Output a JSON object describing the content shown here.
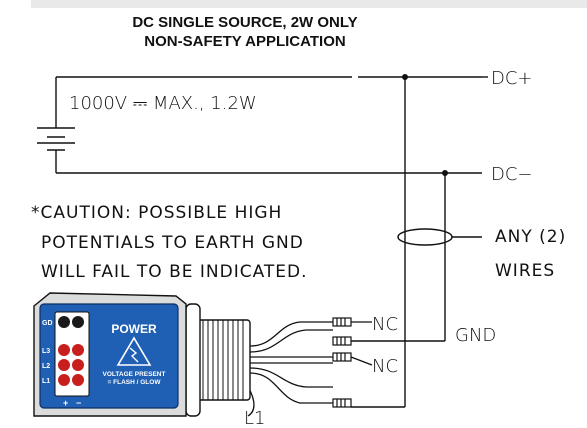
{
  "header": {
    "line1": "DC SINGLE SOURCE, 2W ONLY",
    "line2": "NON-SAFETY APPLICATION"
  },
  "source": {
    "rating": "1000V ⎓ MAX., 1.2W"
  },
  "terminals": {
    "dc_plus": "DC+",
    "dc_minus": "DC−",
    "gnd": "GND",
    "nc_top": "NC",
    "nc_mid": "NC",
    "l1": "L1"
  },
  "caution": {
    "line1": "*CAUTION: POSSIBLE HIGH",
    "line2": "POTENTIALS TO EARTH GND",
    "line3": "WILL FAIL TO BE INDICATED."
  },
  "wires_note": {
    "line1": "ANY (2)",
    "line2": "WIRES"
  },
  "device": {
    "gd": "GD",
    "l3": "L3",
    "l2": "L2",
    "l1": "L1",
    "plus": "+",
    "minus": "−",
    "power": "POWER",
    "voltage_present": "VOLTAGE PRESENT",
    "flash_glow": "= FLASH / GLOW"
  },
  "colors": {
    "body_blue": "#1f5fb4",
    "led_red": "#c81e1e",
    "led_black": "#1a1a1a"
  }
}
